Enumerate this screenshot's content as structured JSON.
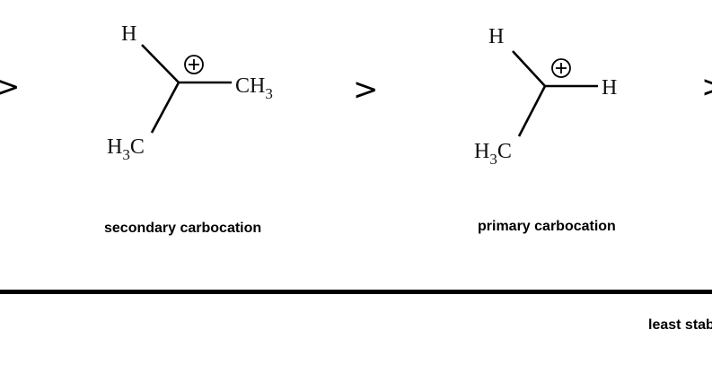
{
  "comparison_symbol": ">",
  "secondary": {
    "atoms": {
      "top": "H",
      "right": "CH",
      "right_sub": "3",
      "bottom": "H",
      "bottom_sub": "3",
      "bottom_tail": "C"
    },
    "charge": "+",
    "label": "secondary carbocation"
  },
  "primary": {
    "atoms": {
      "top": "H",
      "right": "H",
      "bottom": "H",
      "bottom_sub": "3",
      "bottom_tail": "C"
    },
    "charge": "+",
    "label": "primary carbocation"
  },
  "footer": {
    "least_label": "least stable"
  },
  "colors": {
    "ink": "#000000"
  }
}
